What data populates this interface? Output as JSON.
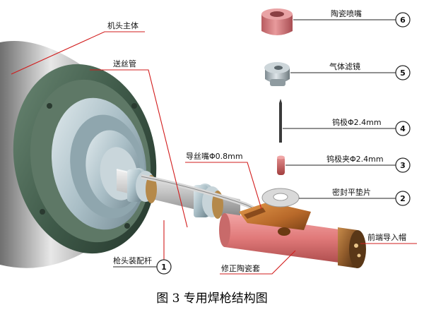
{
  "diagram": {
    "caption": "图 3  专用焊枪结构图",
    "labels": {
      "main_body": "机头主体",
      "wire_tube": "送丝管",
      "wire_nozzle": "导丝嘴Φ0.8mm",
      "mount_rod": "枪头装配杆",
      "ceramic_sleeve": "修正陶瓷套",
      "front_guide": "前端导入帽"
    },
    "parts": [
      {
        "number": "6",
        "label": "陶瓷喷嘴"
      },
      {
        "number": "5",
        "label": "气体滤镜"
      },
      {
        "number": "4",
        "label": "钨极Φ2.4mm"
      },
      {
        "number": "3",
        "label": "钨极夹Φ2.4mm"
      },
      {
        "number": "2",
        "label": "密封平垫片"
      },
      {
        "number": "1",
        "label": "枪头装配杆"
      }
    ]
  }
}
